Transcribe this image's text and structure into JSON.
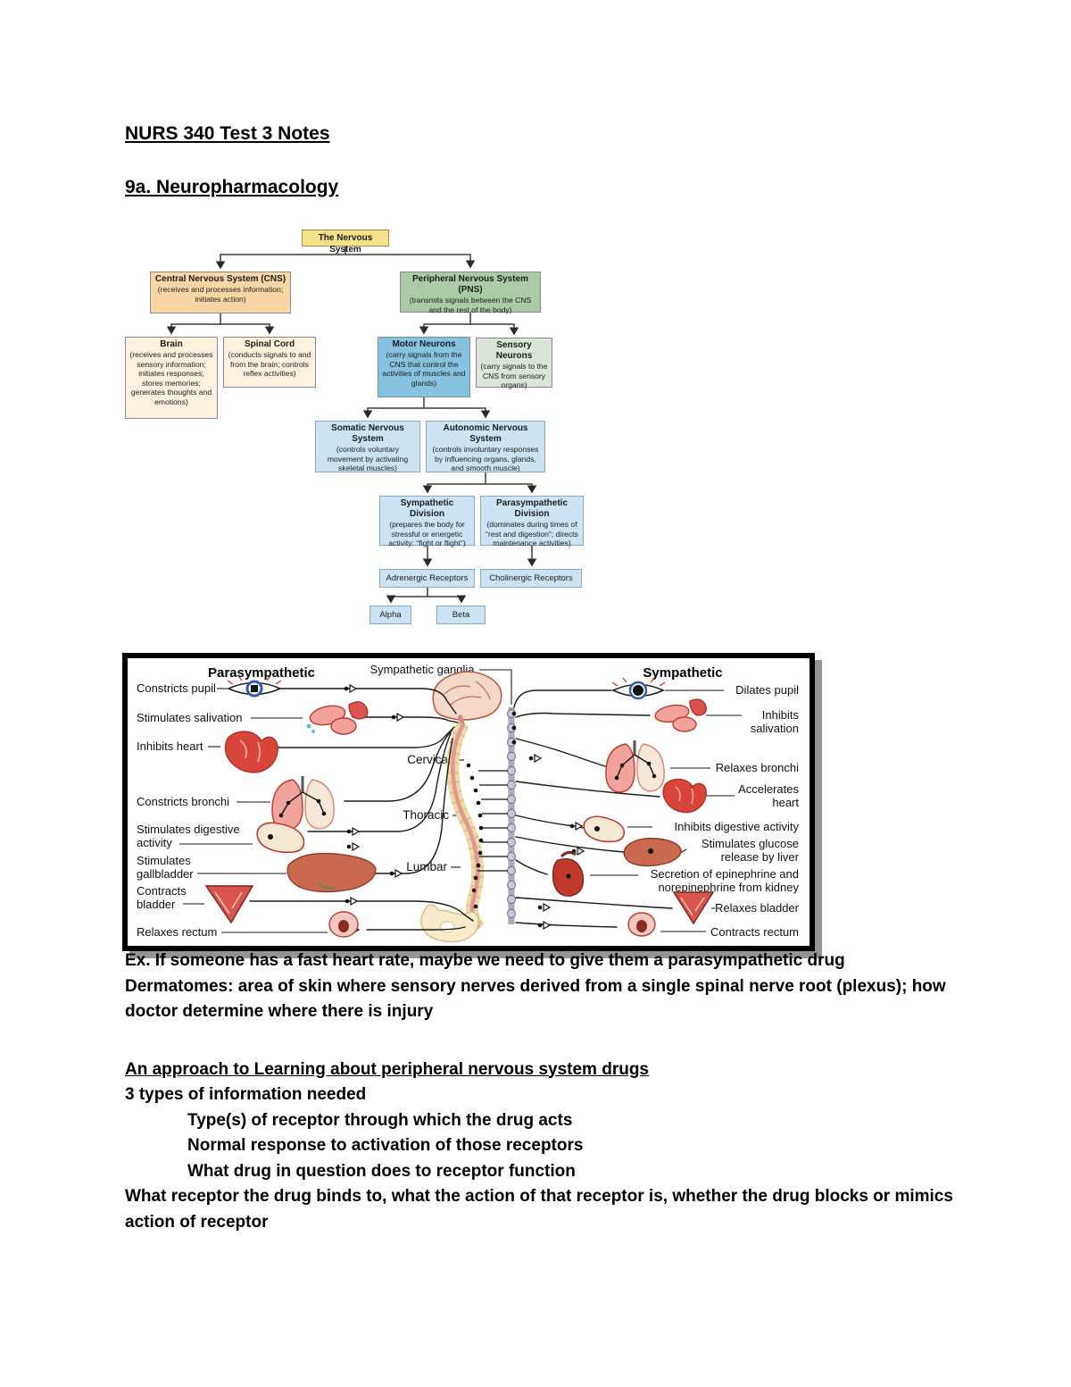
{
  "page": {
    "title": "NURS 340 Test 3 Notes",
    "section_heading": "9a. Neuropharmacology"
  },
  "colors": {
    "root_box": "#F4E18A",
    "cns_box": "#F9D6A4",
    "pns_box": "#ABCBA6",
    "brain_spinal_box": "#FBF1DE",
    "motor_box": "#85C3E0",
    "sensory_box": "#D9E5D6",
    "autonomic_boxes": "#CBE3F2",
    "organ_red": "#D9453A",
    "organ_pink": "#F2A39B",
    "figure_frame": "#000000"
  },
  "flowchart": {
    "boxes": [
      {
        "title": "The Nervous System",
        "desc": ""
      },
      {
        "title": "Central Nervous System (CNS)",
        "desc": "(receives and processes information; initiates action)"
      },
      {
        "title": "Peripheral Nervous System (PNS)",
        "desc": "(transmits signals between the CNS and the rest of the body)"
      },
      {
        "title": "Brain",
        "desc": "(receives and processes sensory information; initiates responses; stores memories; generates thoughts and emotions)"
      },
      {
        "title": "Spinal Cord",
        "desc": "(conducts signals to and from the brain; controls reflex activities)"
      },
      {
        "title": "Motor Neurons",
        "desc": "(carry signals from the CNS that control the activities of muscles and glands)"
      },
      {
        "title": "Sensory Neurons",
        "desc": "(carry signals to the CNS from sensory organs)"
      },
      {
        "title": "Somatic Nervous System",
        "desc": "(controls voluntary movement by activating skeletal muscles)"
      },
      {
        "title": "Autonomic Nervous System",
        "desc": "(controls involuntary responses by influencing organs, glands, and smooth muscle)"
      },
      {
        "title": "Sympathetic Division",
        "desc": "(prepares the body for stressful or energetic activity: “fight or flight”)"
      },
      {
        "title": "Parasympathetic Division",
        "desc": "(dominates during times of “rest and digestion”; directs maintenance activities)"
      },
      {
        "title": "Adrenergic Receptors",
        "desc": ""
      },
      {
        "title": "Cholinergic Receptors",
        "desc": ""
      },
      {
        "title": "Alpha",
        "desc": ""
      },
      {
        "title": "Beta",
        "desc": ""
      }
    ]
  },
  "anatomy": {
    "header_left": "Parasympathetic",
    "header_center": "Sympathetic ganglia",
    "header_right": "Sympathetic",
    "spine_labels": [
      "Cervical",
      "Thoracic",
      "Lumbar"
    ],
    "left_labels": [
      "Constricts pupil",
      "Stimulates salivation",
      "Inhibits heart",
      "Constricts bronchi",
      "Stimulates digestive\nactivity",
      "Stimulates\ngallbladder",
      "Contracts\nbladder",
      "Relaxes rectum"
    ],
    "right_labels": [
      "Dilates pupil",
      "Inhibits\nsalivation",
      "Relaxes bronchi",
      "Accelerates\nheart",
      "Inhibits digestive activity",
      "Stimulates glucose\nrelease by liver",
      "Secretion of epinephrine and\nnorepinephrine from kidney",
      "Relaxes bladder",
      "Contracts rectum"
    ]
  },
  "notes": {
    "ex_line": "Ex. If someone has a fast heart rate, maybe we need to give them a parasympathetic drug",
    "dermatomes_term": "Dermatomes",
    "dermatomes_def": ": area of skin where sensory nerves derived from a single spinal nerve root (plexus); how doctor determine where there is injury",
    "approach_heading": "An approach to Learning about peripheral nervous system drugs",
    "three_types_line": "3 types of information needed",
    "bullets": [
      "Type(s) of receptor through which the drug acts",
      "Normal response to activation of those receptors",
      "What drug in question does to receptor function"
    ],
    "closing_line": "What receptor the drug binds to, what the action of that receptor is, whether the drug blocks or mimics action of receptor"
  }
}
